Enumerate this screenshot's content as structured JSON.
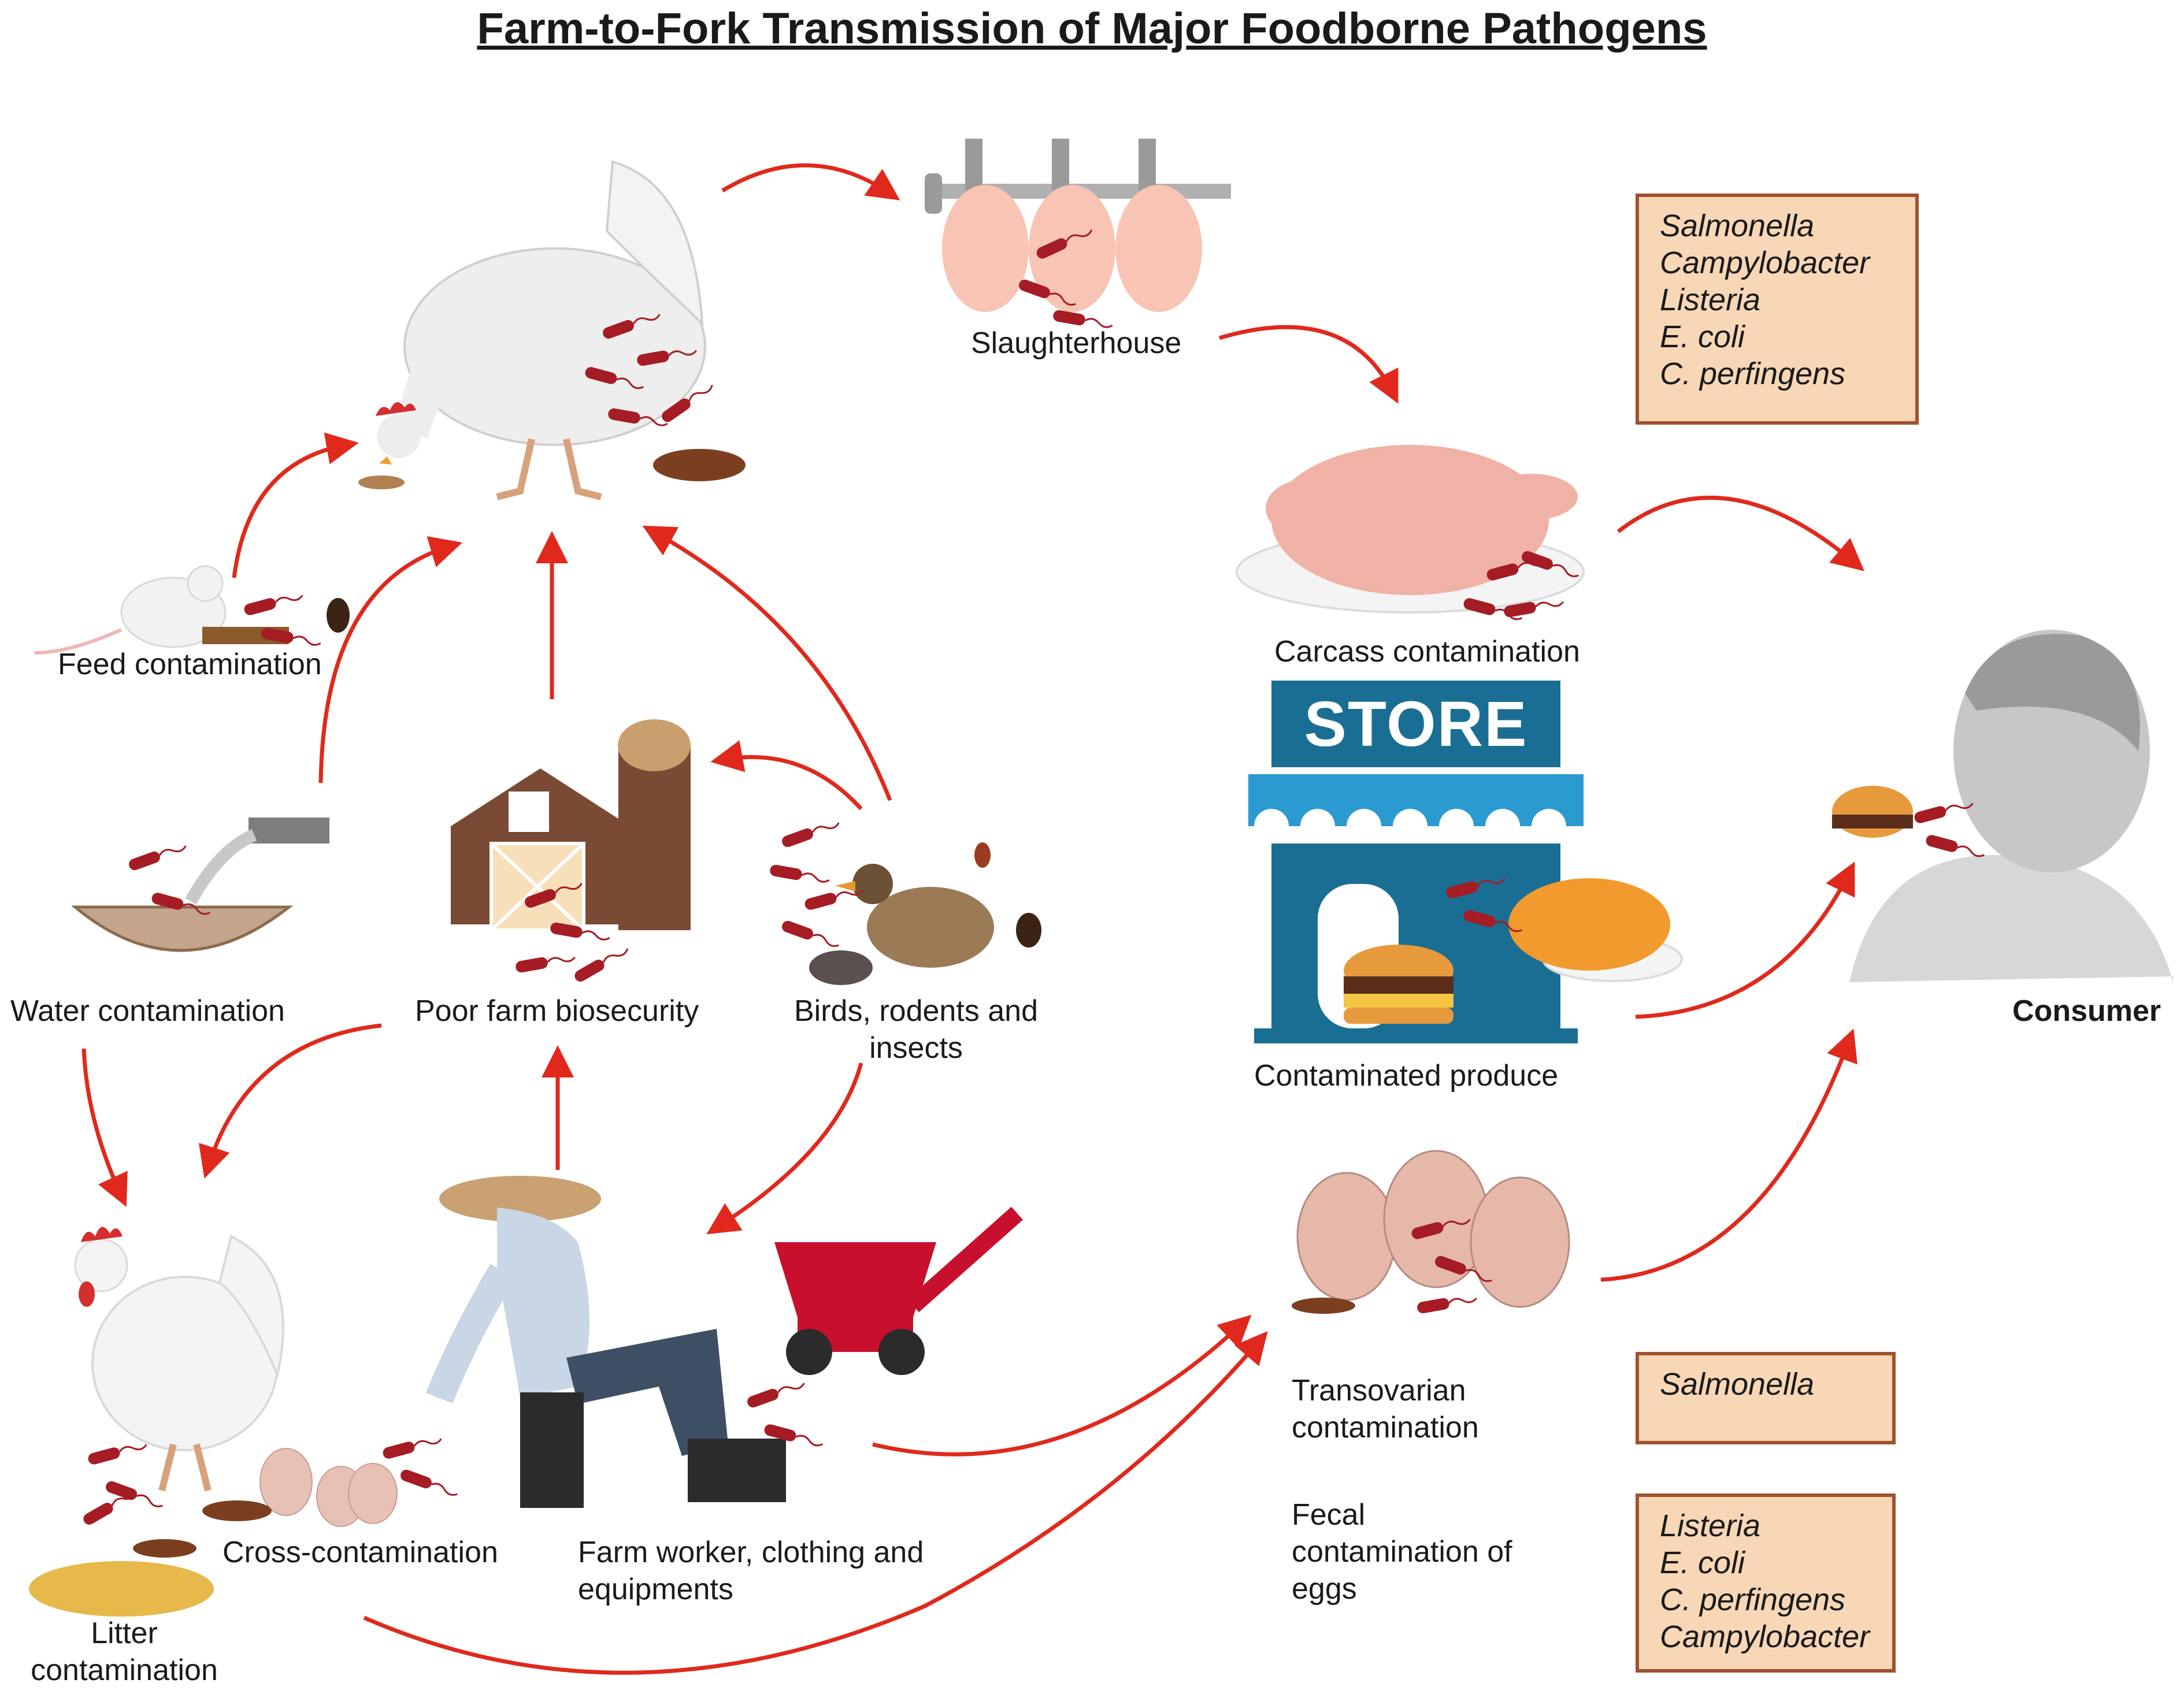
{
  "title": "Farm-to-Fork Transmission of Major Foodborne Pathogens",
  "labels": {
    "slaughterhouse": "Slaughterhouse",
    "feed": "Feed contamination",
    "water": "Water contamination",
    "biosecurity": "Poor farm biosecurity",
    "birds": "Birds, rodents and insects",
    "carcass": "Carcass contamination",
    "produce": "Contaminated produce",
    "consumer": "Consumer",
    "cross": "Cross-contamination",
    "worker": "Farm worker, clothing and equipments",
    "litter": "Litter contamination",
    "transovarian": "Transovarian contamination",
    "fecal": "Fecal contamination of eggs"
  },
  "store_sign": "STORE",
  "pathogen_boxes": {
    "carcass": [
      "Salmonella",
      "Campylobacter",
      "Listeria",
      "E. coli",
      "C. perfingens"
    ],
    "transovarian": [
      "Salmonella"
    ],
    "fecal": [
      "Listeria",
      "E. coli",
      "C. perfingens",
      "Campylobacter"
    ]
  },
  "colors": {
    "arrow": "#e0291c",
    "bacteria": "#a51c24",
    "pathogen_box_fill": "#f7d7b6",
    "pathogen_box_border": "#a0522d",
    "store_blue": "#1b6e93",
    "barn_brown": "#7a4a34"
  }
}
